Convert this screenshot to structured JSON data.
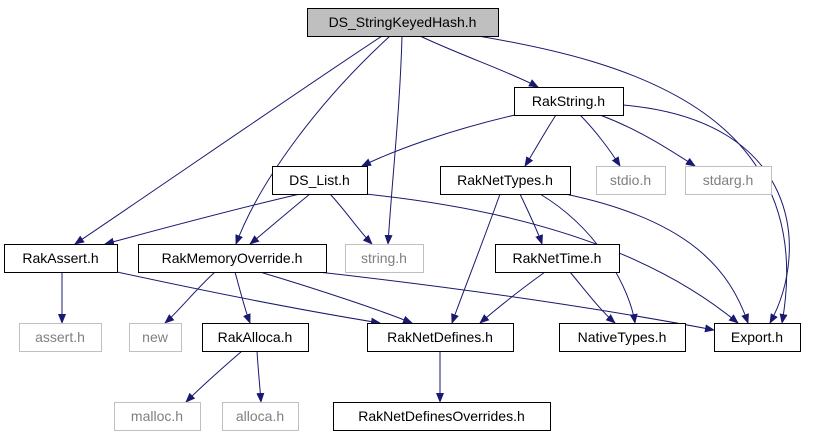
{
  "graph": {
    "colors": {
      "edge": "#191970",
      "root_fill": "#bfbfbf",
      "node_border": "#000000",
      "system_border": "#bfbfbf",
      "system_text": "#7f7f7f",
      "node_text": "#000000"
    },
    "nodes": [
      {
        "id": "ds_stringkeyedhash",
        "label": "DS_StringKeyedHash.h",
        "kind": "root"
      },
      {
        "id": "rakstring",
        "label": "RakString.h",
        "kind": "header"
      },
      {
        "id": "ds_list",
        "label": "DS_List.h",
        "kind": "header"
      },
      {
        "id": "raknettypes",
        "label": "RakNetTypes.h",
        "kind": "header"
      },
      {
        "id": "stdio",
        "label": "stdio.h",
        "kind": "system"
      },
      {
        "id": "stdarg",
        "label": "stdarg.h",
        "kind": "system"
      },
      {
        "id": "rakassert",
        "label": "RakAssert.h",
        "kind": "header"
      },
      {
        "id": "rakmemoryoverride",
        "label": "RakMemoryOverride.h",
        "kind": "header"
      },
      {
        "id": "string",
        "label": "string.h",
        "kind": "system"
      },
      {
        "id": "raknettime",
        "label": "RakNetTime.h",
        "kind": "header"
      },
      {
        "id": "assert",
        "label": "assert.h",
        "kind": "system"
      },
      {
        "id": "new",
        "label": "new",
        "kind": "system"
      },
      {
        "id": "rakalloca",
        "label": "RakAlloca.h",
        "kind": "header"
      },
      {
        "id": "raknetdefines",
        "label": "RakNetDefines.h",
        "kind": "header"
      },
      {
        "id": "nativetypes",
        "label": "NativeTypes.h",
        "kind": "header"
      },
      {
        "id": "export",
        "label": "Export.h",
        "kind": "header"
      },
      {
        "id": "malloc",
        "label": "malloc.h",
        "kind": "system"
      },
      {
        "id": "alloca",
        "label": "alloca.h",
        "kind": "system"
      },
      {
        "id": "raknetdefinesoverrides",
        "label": "RakNetDefinesOverrides.h",
        "kind": "header"
      }
    ],
    "edges": [
      {
        "from": "ds_stringkeyedhash",
        "to": "rakassert"
      },
      {
        "from": "ds_stringkeyedhash",
        "to": "rakmemoryoverride"
      },
      {
        "from": "ds_stringkeyedhash",
        "to": "string"
      },
      {
        "from": "ds_stringkeyedhash",
        "to": "rakstring"
      },
      {
        "from": "ds_stringkeyedhash",
        "to": "export"
      },
      {
        "from": "rakstring",
        "to": "ds_list"
      },
      {
        "from": "rakstring",
        "to": "raknettypes"
      },
      {
        "from": "rakstring",
        "to": "stdio"
      },
      {
        "from": "rakstring",
        "to": "stdarg"
      },
      {
        "from": "rakstring",
        "to": "export"
      },
      {
        "from": "ds_list",
        "to": "rakassert"
      },
      {
        "from": "ds_list",
        "to": "rakmemoryoverride"
      },
      {
        "from": "ds_list",
        "to": "string"
      },
      {
        "from": "ds_list",
        "to": "export"
      },
      {
        "from": "raknettypes",
        "to": "raknetdefines"
      },
      {
        "from": "raknettypes",
        "to": "raknettime"
      },
      {
        "from": "raknettypes",
        "to": "nativetypes"
      },
      {
        "from": "raknettypes",
        "to": "export"
      },
      {
        "from": "rakassert",
        "to": "assert"
      },
      {
        "from": "rakassert",
        "to": "raknetdefines"
      },
      {
        "from": "rakmemoryoverride",
        "to": "new"
      },
      {
        "from": "rakmemoryoverride",
        "to": "rakalloca"
      },
      {
        "from": "rakmemoryoverride",
        "to": "raknetdefines"
      },
      {
        "from": "rakmemoryoverride",
        "to": "export"
      },
      {
        "from": "raknettime",
        "to": "raknetdefines"
      },
      {
        "from": "raknettime",
        "to": "nativetypes"
      },
      {
        "from": "rakalloca",
        "to": "malloc"
      },
      {
        "from": "rakalloca",
        "to": "alloca"
      },
      {
        "from": "raknetdefines",
        "to": "raknetdefinesoverrides"
      }
    ]
  }
}
